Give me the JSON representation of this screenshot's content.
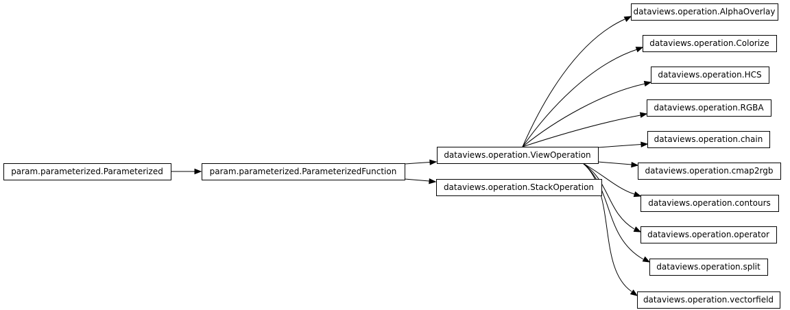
{
  "diagram": {
    "type": "class-inheritance",
    "nodes": [
      {
        "id": "parameterized",
        "label": "param.parameterized.Parameterized"
      },
      {
        "id": "parameterized_function",
        "label": "param.parameterized.ParameterizedFunction"
      },
      {
        "id": "view_operation",
        "label": "dataviews.operation.ViewOperation"
      },
      {
        "id": "stack_operation",
        "label": "dataviews.operation.StackOperation"
      },
      {
        "id": "alpha_overlay",
        "label": "dataviews.operation.AlphaOverlay"
      },
      {
        "id": "colorize",
        "label": "dataviews.operation.Colorize"
      },
      {
        "id": "hcs",
        "label": "dataviews.operation.HCS"
      },
      {
        "id": "rgba",
        "label": "dataviews.operation.RGBA"
      },
      {
        "id": "chain",
        "label": "dataviews.operation.chain"
      },
      {
        "id": "cmap2rgb",
        "label": "dataviews.operation.cmap2rgb"
      },
      {
        "id": "contours",
        "label": "dataviews.operation.contours"
      },
      {
        "id": "operator",
        "label": "dataviews.operation.operator"
      },
      {
        "id": "split",
        "label": "dataviews.operation.split"
      },
      {
        "id": "vectorfield",
        "label": "dataviews.operation.vectorfield"
      }
    ],
    "edges": [
      {
        "from": "parameterized",
        "to": "parameterized_function"
      },
      {
        "from": "parameterized_function",
        "to": "view_operation"
      },
      {
        "from": "parameterized_function",
        "to": "stack_operation"
      },
      {
        "from": "view_operation",
        "to": "alpha_overlay"
      },
      {
        "from": "view_operation",
        "to": "colorize"
      },
      {
        "from": "view_operation",
        "to": "hcs"
      },
      {
        "from": "view_operation",
        "to": "rgba"
      },
      {
        "from": "view_operation",
        "to": "chain"
      },
      {
        "from": "view_operation",
        "to": "cmap2rgb"
      },
      {
        "from": "view_operation",
        "to": "contours"
      },
      {
        "from": "view_operation",
        "to": "operator"
      },
      {
        "from": "view_operation",
        "to": "split"
      },
      {
        "from": "view_operation",
        "to": "vectorfield"
      }
    ]
  }
}
